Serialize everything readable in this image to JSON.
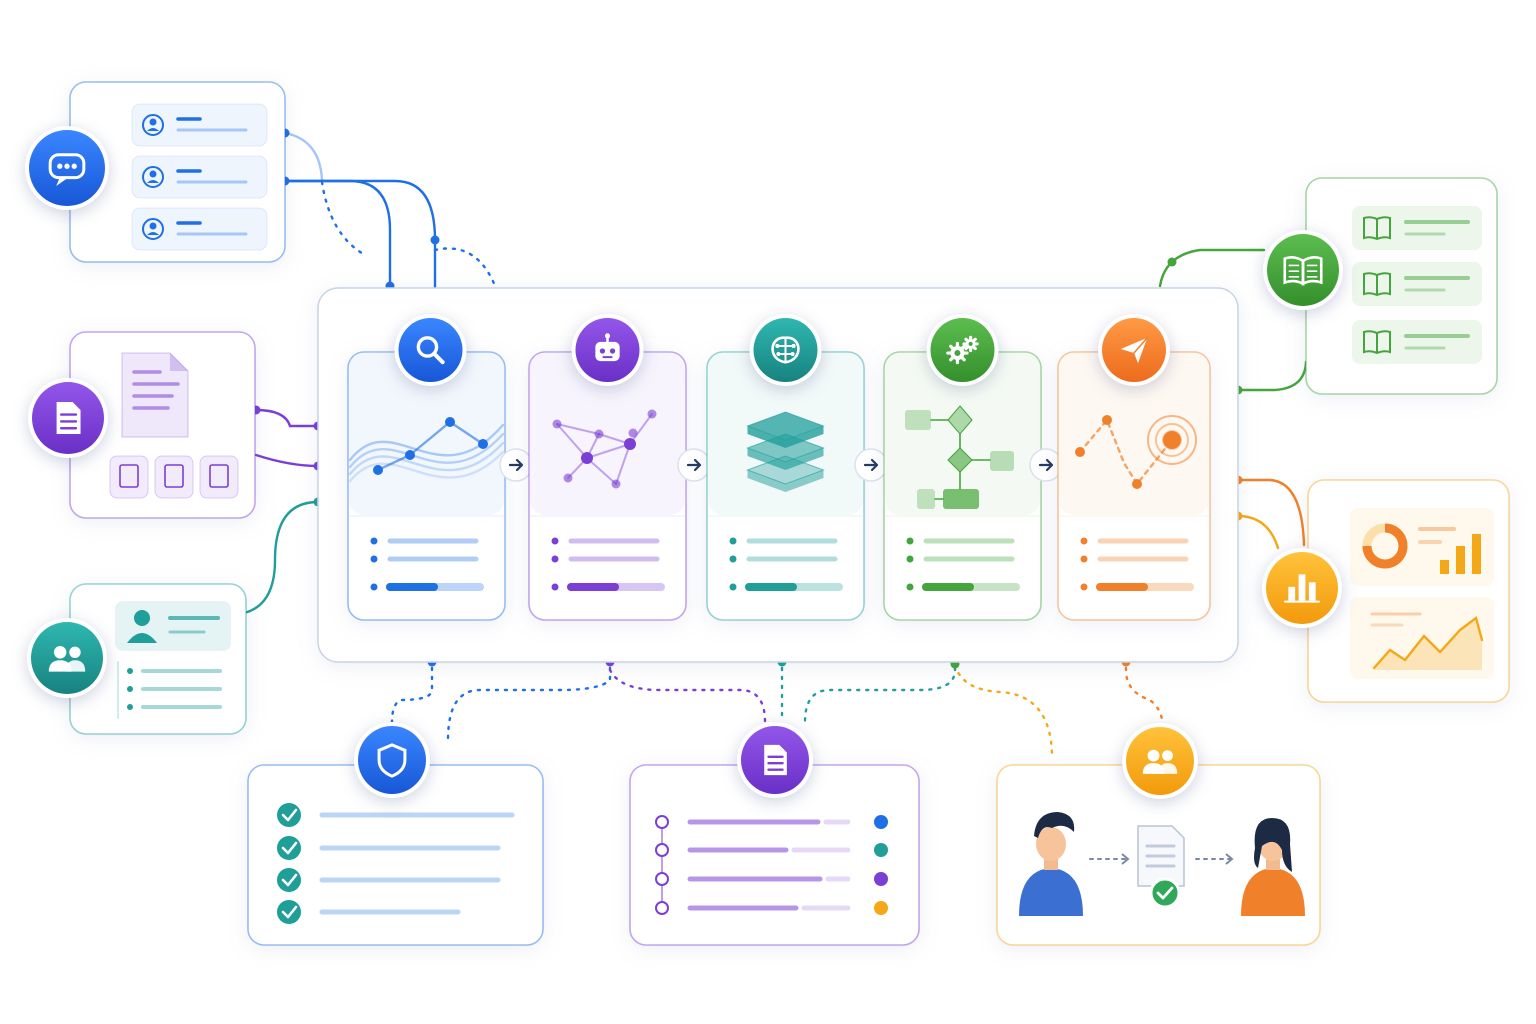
{
  "colors": {
    "blue": "#1f6fe5",
    "purple": "#7b3fd6",
    "teal": "#1f9e9a",
    "green": "#43a53b",
    "orange": "#f0802a",
    "amber": "#f5a817",
    "frame": "#c9d3e3"
  },
  "inputs": [
    {
      "color": "blue",
      "icon": "chat-bubble-icon",
      "content": "user-list"
    },
    {
      "color": "purple",
      "icon": "document-icon",
      "content": "files"
    },
    {
      "color": "teal",
      "icon": "users-icon",
      "content": "profile"
    }
  ],
  "pipeline": [
    {
      "color": "blue",
      "icon": "search-icon",
      "illustration": "wave-data"
    },
    {
      "color": "purple",
      "icon": "robot-icon",
      "illustration": "network-graph"
    },
    {
      "color": "teal",
      "icon": "brain-icon",
      "illustration": "layer-stack"
    },
    {
      "color": "green",
      "icon": "gears-icon",
      "illustration": "flowchart"
    },
    {
      "color": "orange",
      "icon": "paper-plane-icon",
      "illustration": "target-path"
    }
  ],
  "outputs": [
    {
      "color": "green",
      "icon": "open-book-icon",
      "content": "knowledge-list"
    },
    {
      "color": "amber",
      "icon": "bar-chart-icon",
      "content": "analytics-dashboard"
    }
  ],
  "bottom": [
    {
      "color": "blue",
      "icon": "shield-icon",
      "content": "checklist"
    },
    {
      "color": "purple",
      "icon": "document-icon",
      "content": "timeline-log"
    },
    {
      "color": "amber",
      "icon": "users-icon",
      "content": "handoff"
    }
  ]
}
